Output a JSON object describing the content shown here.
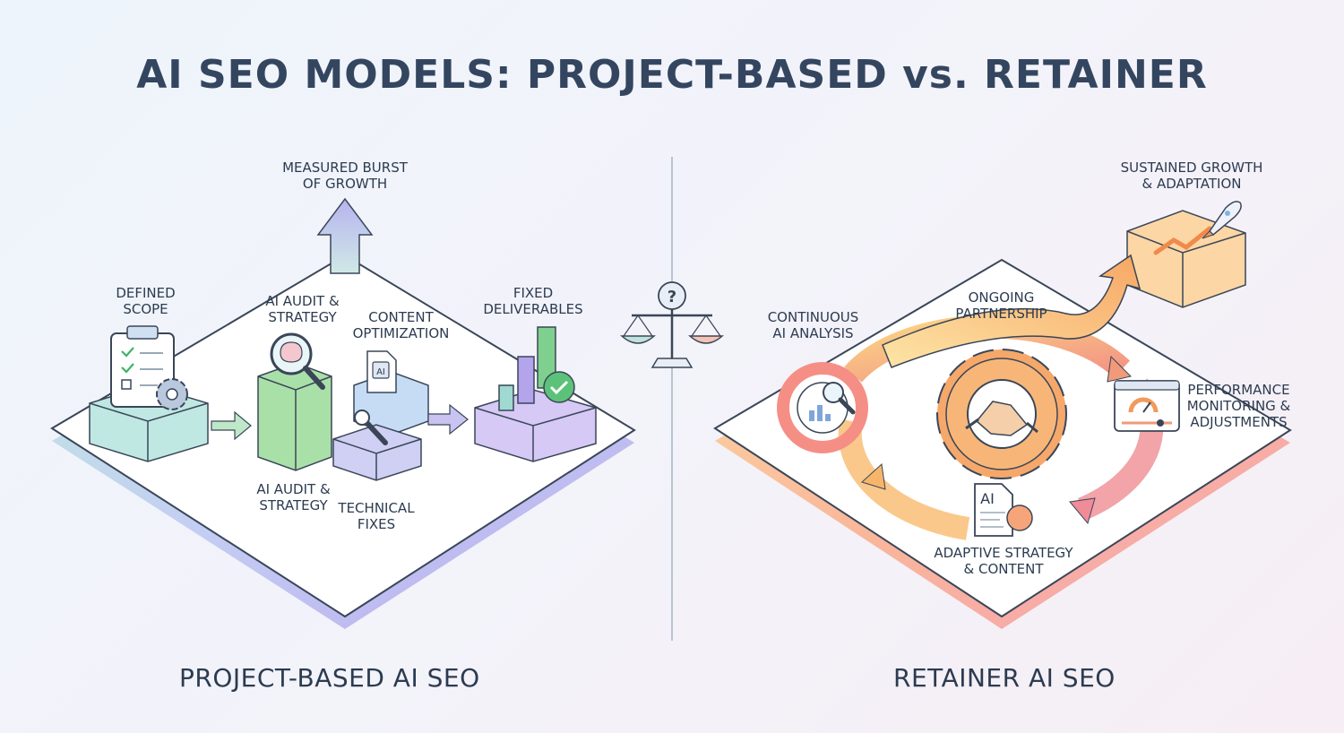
{
  "title": "AI SEO MODELS: PROJECT-BASED vs. RETAINER",
  "project": {
    "footer": "PROJECT-BASED AI SEO",
    "labels": {
      "burst": "MEASURED BURST\nOF GROWTH",
      "scope": "DEFINED\nSCOPE",
      "audit_top": "AI AUDIT &\nSTRATEGY",
      "content": "CONTENT\nOPTIMIZATION",
      "deliverables": "FIXED\nDELIVERABLES",
      "audit_bottom": "AI AUDIT &\nSTRATEGY",
      "technical": "TECHNICAL\nFIXES"
    },
    "chip_text": "AI"
  },
  "retainer": {
    "footer": "RETAINER AI SEO",
    "labels": {
      "growth": "SUSTAINED GROWTH\n& ADAPTATION",
      "partnership": "ONGOING\nPARTNERSHIP",
      "continuous": "CONTINUOUS\nAI ANALYSIS",
      "monitoring": "PERFORMANCE\nMONITORING &\nADJUSTMENTS",
      "adaptive": "ADAPTIVE STRATEGY\n& CONTENT"
    },
    "doc_text": "AI"
  },
  "colors": {
    "ink": "#34465f",
    "mint": "#bfe8d8",
    "green": "#8fd68a",
    "lavender": "#c8c4f2",
    "purple": "#b7a6ec",
    "orange": "#f7b36a",
    "coral": "#ef8c88"
  }
}
